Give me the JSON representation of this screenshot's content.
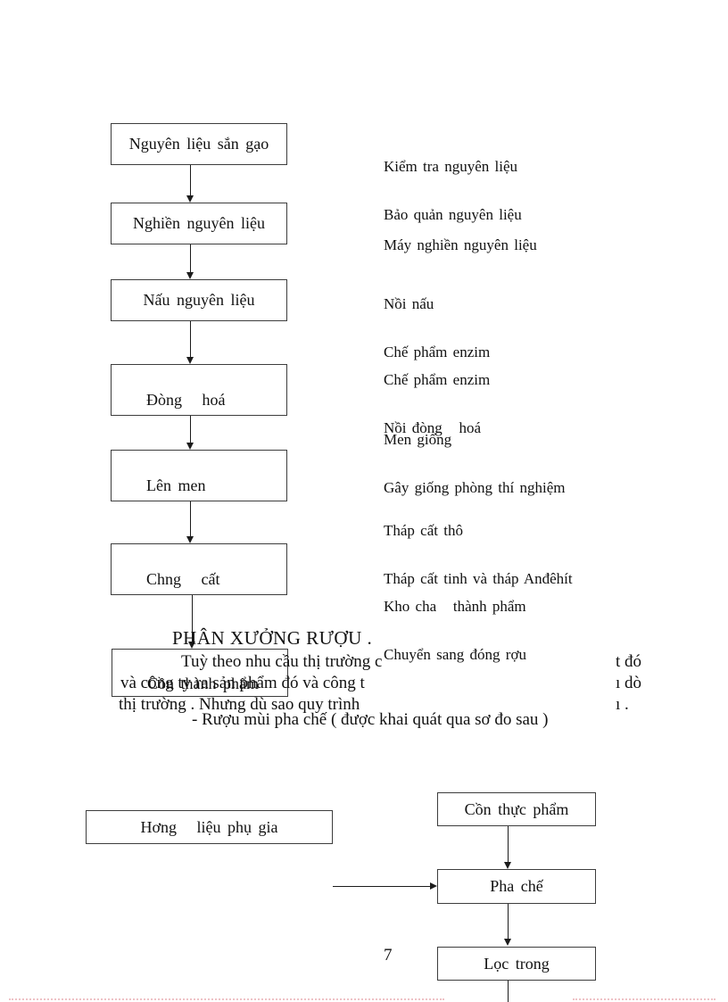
{
  "title": "PHÂN XƯỞNG RƯỢU .",
  "page_number": "7",
  "colors": {
    "ink": "#1c1c1c",
    "paper": "#ffffff",
    "margin_dotted_line": "#eec2c6"
  },
  "process_chart": {
    "boxes": [
      {
        "label": "Nguyên liệu sắn gạo"
      },
      {
        "label": "Nghiền nguyên liệu"
      },
      {
        "label": "Nấu nguyên liệu"
      },
      {
        "label": "Đòng   hoá"
      },
      {
        "label": "Lên men"
      },
      {
        "label": "Chng   cất"
      },
      {
        "label": "Cồn thành phẩm"
      }
    ],
    "annotations": [
      {
        "lines": [
          "Kiểm tra nguyên liệu",
          "Bảo quản nguyên liệu"
        ]
      },
      {
        "lines": [
          "Máy nghiền nguyên liệu"
        ]
      },
      {
        "lines": [
          "Nồi nấu",
          "Chế phẩm enzim"
        ]
      },
      {
        "lines": [
          "Chế phẩm enzim",
          "Nồi đòng   hoá"
        ]
      },
      {
        "lines": [
          "Men giống",
          "Gây giống phòng thí nghiệm"
        ]
      },
      {
        "lines": [
          "Tháp cất thô",
          "Tháp cất tinh và tháp Anđêhít"
        ]
      },
      {
        "lines": [
          "Kho cha   thành phẩm",
          "Chuyển sang đóng rợu"
        ]
      }
    ]
  },
  "paragraph": {
    "line1_left": "Tuỳ theo nhu cầu thị trường c",
    "line1_right": "t đó",
    "line2_left": "và công ty ra sản phẩm đó và công t",
    "line2_right": "ı dò",
    "line3_left": "thị trường . Nhưng dù sao quy trình",
    "line3_right": "ı .",
    "line4": "- Rượu mùi pha chế ( được khai quát qua sơ đo sau )"
  },
  "mixing_chart": {
    "flavor_box": "Hơng   liệu phụ gia",
    "alcohol_box": "Cồn thực phẩm",
    "blend_box": "Pha chế",
    "filter_box": "Lọc trong"
  }
}
